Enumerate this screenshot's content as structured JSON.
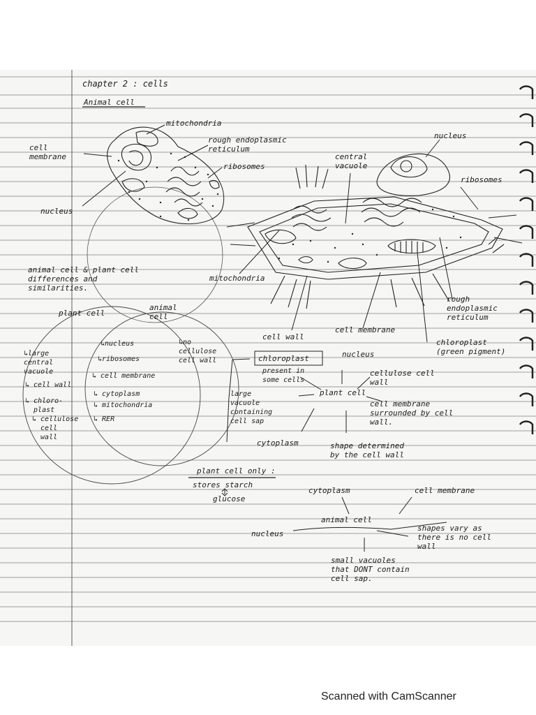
{
  "chapter_title": "chapter 2 : cells",
  "animal_cell_heading": "Animal cell",
  "animal_diagram_labels": {
    "mitochondria": "mitochondria",
    "rough_er": "rough endoplasmic\nreticulum",
    "cell_membrane": "cell\nmembrane",
    "ribosomes": "ribosomes",
    "nucleus": "nucleus"
  },
  "plant_diagram_labels": {
    "nucleus": "nucleus",
    "central_vacuole": "central\nvacuole",
    "ribosomes": "ribosomes",
    "mitochondria": "mitochondria",
    "rough_er": "rough\nendoplasmic\nreticulum",
    "cell_membrane": "cell membrane",
    "cell_wall": "cell wall",
    "chloroplast": "chloroplast\n(green pigment)"
  },
  "comparison_heading": "animal cell & plant cell\ndifferences and\nsimilarities.",
  "venn": {
    "plant_label": "plant cell",
    "animal_label": "animal\ncell",
    "plant_only": [
      "↳large\ncentral\nvacuole",
      "↳ cell wall",
      "↳ chloro-\n  plast",
      "↳ cellulose\n  cell\n  wall"
    ],
    "shared": [
      "↳nucleus",
      "↳ribosomes",
      "↳ cell membrane",
      "↳ cytoplasm",
      "↳ mitochondria",
      "↳ RER"
    ],
    "animal_only": [
      "↳no\ncellulose\ncell wall"
    ]
  },
  "plant_map": {
    "chloroplast_box": "chloroplast",
    "chloroplast_note": "present in\nsome cells",
    "nucleus": "nucleus",
    "cellulose_wall": "cellulose cell\nwall",
    "center": "plant cell",
    "vacuole": "large\nvacuole\ncontaining\ncell sap",
    "membrane": "cell membrane\nsurrounded by cell\nwall.",
    "cytoplasm": "cytoplasm",
    "shape": "shape determined\nby the cell wall"
  },
  "plant_only_note": {
    "heading": "plant cell only :",
    "stores": "stores starch",
    "glucose": "glucose"
  },
  "animal_map": {
    "cytoplasm": "cytoplasm",
    "cell_membrane": "cell membrane",
    "center": "animal cell",
    "nucleus": "nucleus",
    "shapes": "shapes vary as\nthere is no cell\nwall",
    "vacuoles": "small vacuoles\nthat DONT contain\ncell sap."
  },
  "footer": "Scanned with CamScanner"
}
